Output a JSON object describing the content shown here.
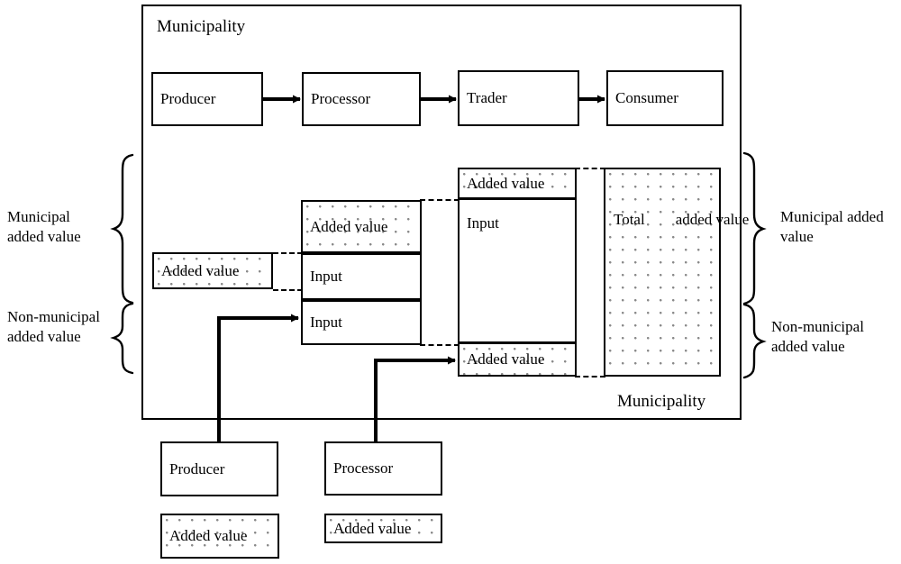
{
  "diagram": {
    "outer_label_top": "Municipality",
    "outer_label_bottom": "Municipality",
    "accent_color": "#000000",
    "stipple_color": "#8a8a8a",
    "background_color": "#ffffff"
  },
  "chain": {
    "nodes": [
      {
        "label": "Producer"
      },
      {
        "label": "Processor"
      },
      {
        "label": "Trader"
      },
      {
        "label": "Consumer"
      }
    ]
  },
  "columns": {
    "producer": {
      "segments": [
        {
          "label": "Added value",
          "kind": "added-value"
        }
      ]
    },
    "processor": {
      "segments": [
        {
          "label": "Added value",
          "kind": "added-value"
        },
        {
          "label": "Input",
          "kind": "input"
        },
        {
          "label": "Input",
          "kind": "input"
        }
      ]
    },
    "trader": {
      "segments": [
        {
          "label": "Added value",
          "kind": "added-value"
        },
        {
          "label": "Input",
          "kind": "input"
        },
        {
          "label": "Added value",
          "kind": "added-value"
        }
      ]
    },
    "total": {
      "segments": [
        {
          "label": "Total        added value",
          "kind": "total-added-value"
        }
      ]
    }
  },
  "brackets": {
    "left": [
      {
        "label": "Municipal\nadded value"
      },
      {
        "label": "Non-municipal\nadded value"
      }
    ],
    "right": [
      {
        "label": "Municipal added\nvalue"
      },
      {
        "label": "Non-municipal\nadded value"
      }
    ]
  },
  "external": {
    "actors": [
      {
        "label": "Producer",
        "added_value_label": "Added value"
      },
      {
        "label": "Processor",
        "added_value_label": "Added value"
      }
    ]
  }
}
